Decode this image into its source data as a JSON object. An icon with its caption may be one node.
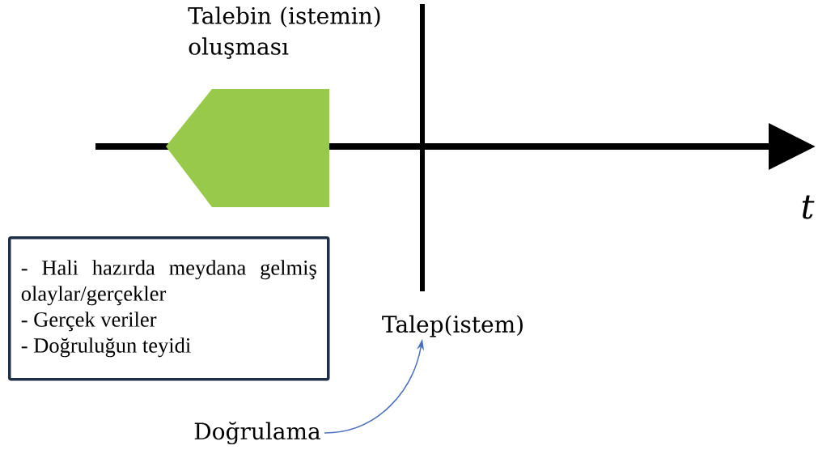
{
  "diagram": {
    "nodes": [
      {
        "text": [
          "Talebin (istemin) oluşması"
        ]
      },
      {
        "text": [
          "Talep(istem)"
        ]
      },
      {
        "text": [
          "Doğrulama"
        ]
      },
      {
        "text": [
          "- Hali hazırda meydana gelmiş olaylar/gerçekler",
          "- Gerçek veriler",
          "- Doğruluğun teyidi"
        ]
      }
    ],
    "edges": [
      {
        "from": 2,
        "to": 1,
        "arrow": "to",
        "color": "#4a6fc0"
      }
    ],
    "labels": [
      "t"
    ]
  }
}
